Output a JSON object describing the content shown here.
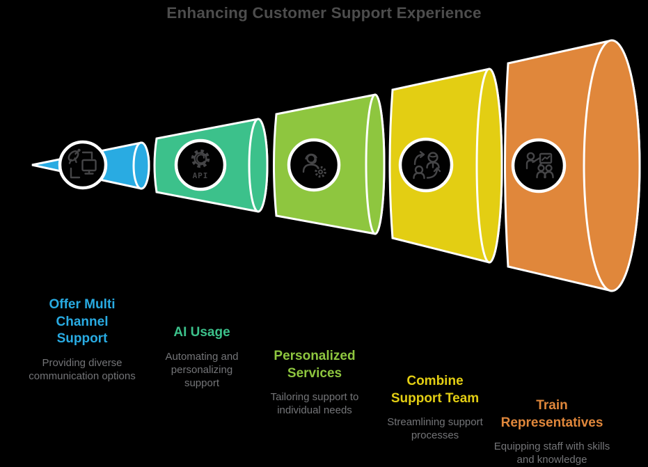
{
  "title": "Enhancing Customer Support Experience",
  "colors": {
    "background": "#000000",
    "title": "#4d4d4d",
    "outline": "#ffffff",
    "circle-fill": "#010101",
    "icon-stroke": "#454547",
    "desc": "#747578"
  },
  "api_label": "API",
  "stages": [
    {
      "label": "Offer Multi Channel Support",
      "description": "Providing diverse communication options",
      "color": "#29abe2",
      "icon": "satellite-monitor-icon"
    },
    {
      "label": "AI Usage",
      "description": "Automating and personalizing support",
      "color": "#3cc18b",
      "icon": "api-gear-icon"
    },
    {
      "label": "Personalized Services",
      "description": "Tailoring support to individual needs",
      "color": "#8ec63f",
      "icon": "support-agent-gear-icon"
    },
    {
      "label": "Combine Support Team",
      "description": "Streamlining support processes",
      "color": "#e3ce13",
      "icon": "people-exchange-icon"
    },
    {
      "label": "Train Representatives",
      "description": "Equipping staff with skills and knowledge",
      "color": "#e0873b",
      "icon": "trainer-presentation-icon"
    }
  ]
}
